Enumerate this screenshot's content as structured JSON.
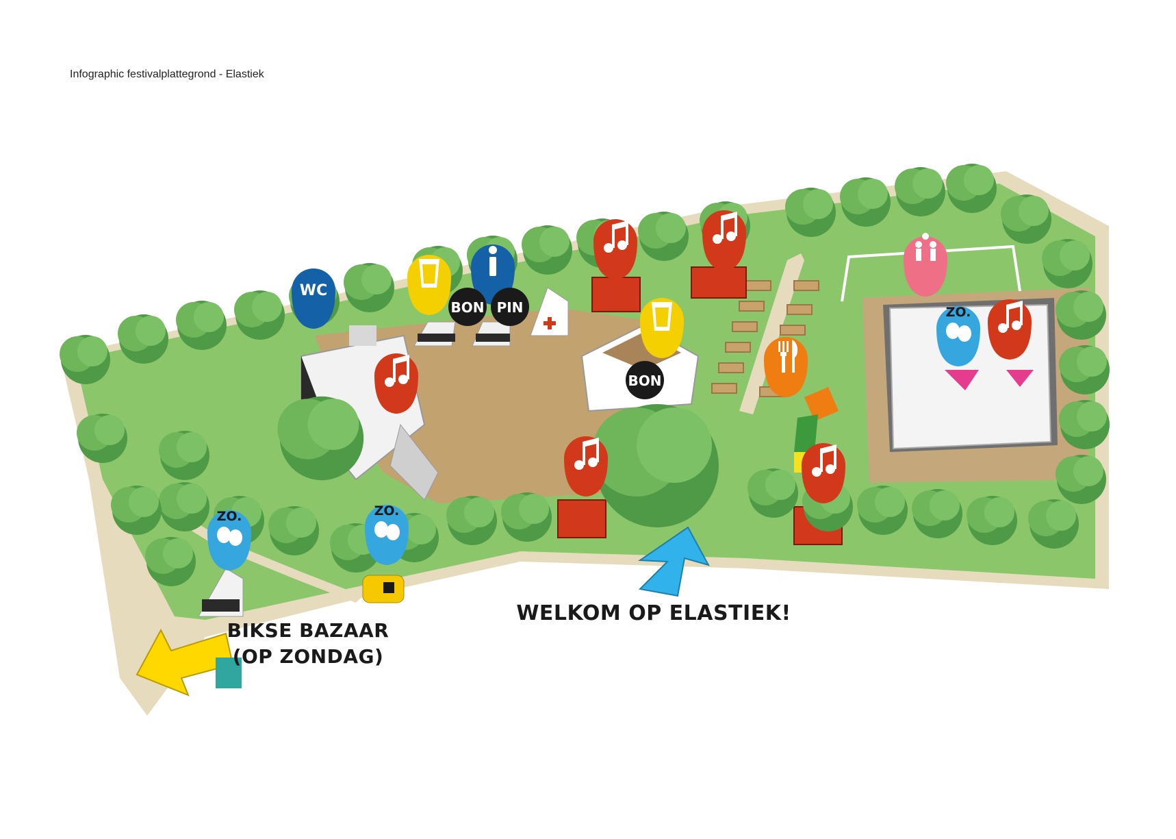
{
  "caption": "Infographic festivalplattegrond - Elastiek",
  "labels": {
    "welcome": "WELKOM OP ELASTIEK!",
    "bazaar_line1": "BIKSE BAZAAR",
    "bazaar_line2": "(OP ZONDAG)"
  },
  "pin_text": {
    "wc": "WC",
    "zo": "ZO.",
    "bon": "BON",
    "pin": "PIN"
  },
  "colors": {
    "music": "#d2391b",
    "wc_info": "#1461a8",
    "drinks": "#f4d000",
    "food": "#ef7d12",
    "theatre": "#36a6df",
    "kids": "#ef6f86",
    "grass": "#8bc66b",
    "field": "#c2a26f",
    "path": "#e6dcbd",
    "entrance_arrow": "#31b2ea",
    "bazaar_arrow": "#ffd800"
  },
  "icons": {
    "music": "music-note-icon",
    "toilet": "wc-icon",
    "information": "info-icon",
    "drinks": "beer-glass-icon",
    "food": "fork-knife-icon",
    "theatre": "theatre-masks-icon",
    "kids": "children-playing-icon",
    "first_aid": "red-cross-icon",
    "tokens": "bon-token-icon",
    "payment": "pin-payment-icon"
  }
}
